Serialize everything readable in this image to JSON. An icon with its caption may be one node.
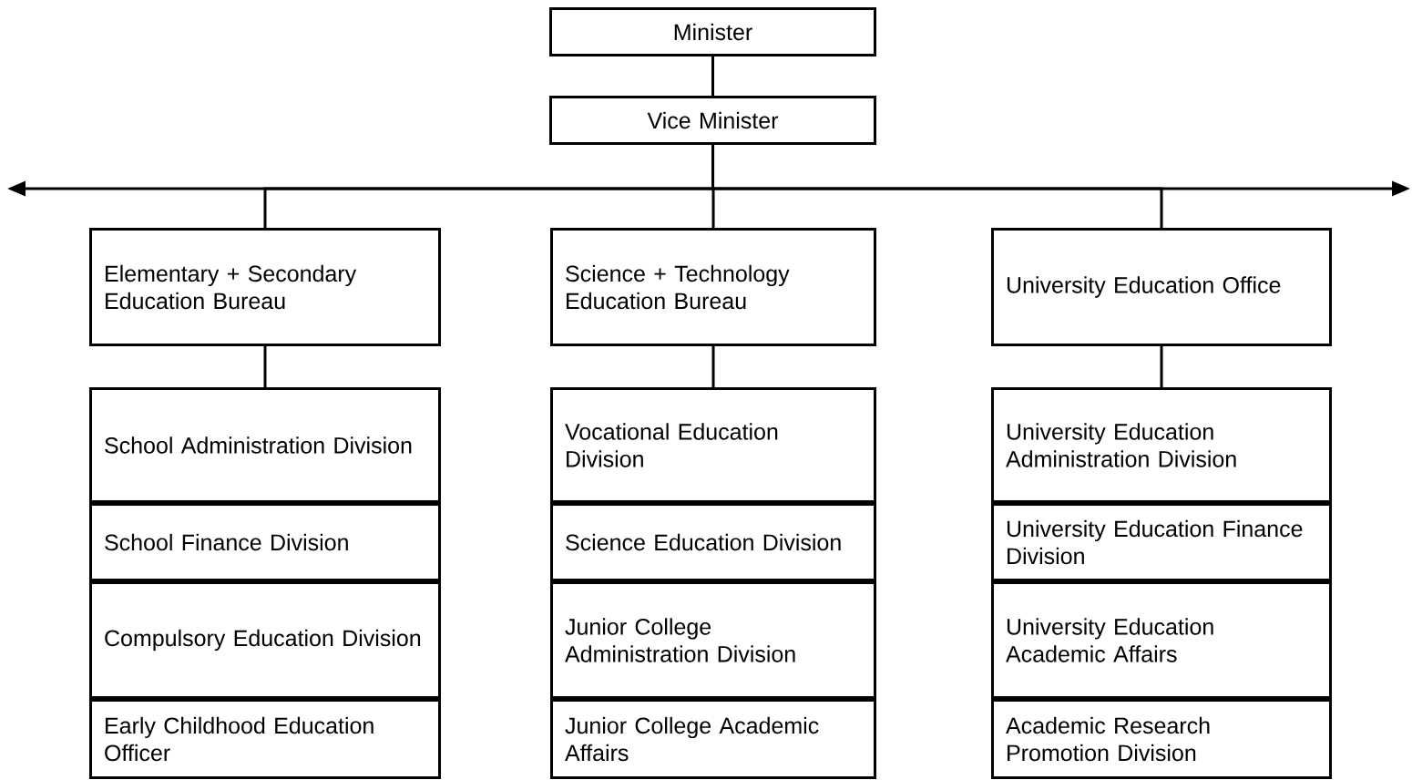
{
  "diagram": {
    "nodes": [
      {
        "text": [
          "Minister"
        ]
      },
      {
        "text": [
          "Vice Minister"
        ]
      },
      {
        "text": [
          "Elementary + Secondary Education Bureau"
        ]
      },
      {
        "text": [
          "Science + Technology Education Bureau"
        ]
      },
      {
        "text": [
          "University Education Office"
        ]
      },
      {
        "text": [
          "School Administration Division"
        ]
      },
      {
        "text": [
          "School Finance Division"
        ]
      },
      {
        "text": [
          "Compulsory Education Division"
        ]
      },
      {
        "text": [
          "Early Childhood Education Officer"
        ]
      },
      {
        "text": [
          "Vocational Education Division"
        ]
      },
      {
        "text": [
          "Science Education Division"
        ]
      },
      {
        "text": [
          "Junior College Administration Division"
        ]
      },
      {
        "text": [
          "Junior College Academic Affairs"
        ]
      },
      {
        "text": [
          "University Education Administration Division"
        ]
      },
      {
        "text": [
          "University Education Finance Division"
        ]
      },
      {
        "text": [
          "University Education Academic Affairs"
        ]
      },
      {
        "text": [
          "Academic Research Promotion Division"
        ]
      }
    ],
    "edges": [
      {
        "from": 0,
        "to": 1,
        "arrow": "none"
      },
      {
        "from": 1,
        "to": 2,
        "arrow": "none"
      },
      {
        "from": 1,
        "to": 3,
        "arrow": "none"
      },
      {
        "from": 1,
        "to": 4,
        "arrow": "none"
      },
      {
        "from": 1,
        "to": null,
        "arrow": "to"
      },
      {
        "from": 1,
        "to": null,
        "arrow": "to"
      },
      {
        "from": 2,
        "to": 5,
        "arrow": "none"
      },
      {
        "from": 3,
        "to": 9,
        "arrow": "none"
      },
      {
        "from": 4,
        "to": 13,
        "arrow": "none"
      }
    ]
  }
}
